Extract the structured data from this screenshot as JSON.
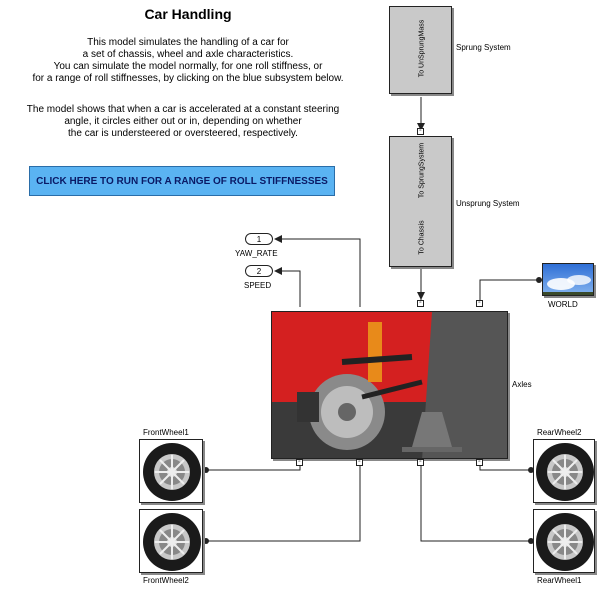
{
  "title": "Car Handling",
  "description_1": "This model simulates the handling of a car for\na set of chassis, wheel and axle characteristics.\nYou can simulate the model normally, for one roll stiffness, or\nfor a range of roll stiffnesses, by clicking on the blue subsystem below.",
  "description_2": "The model shows that when a car is accelerated at a constant steering\nangle, it circles either out or in, depending on whether\nthe car is understeered or oversteered, respectively.",
  "run_button": "CLICK HERE TO RUN FOR A RANGE OF ROLL STIFFNESSES",
  "blocks": {
    "sprung": {
      "label": "Sprung System",
      "port_text": "To UnSprungMass"
    },
    "unsprung": {
      "label": "Unsprung System",
      "port_top": "To SprungSystem",
      "port_bottom": "To Chassis"
    },
    "axles": {
      "label": "Axles"
    },
    "world": {
      "label": "WORLD"
    },
    "front_wheel_1": {
      "label": "FrontWheel1"
    },
    "front_wheel_2": {
      "label": "FrontWheel2"
    },
    "rear_wheel_1": {
      "label": "RearWheel1"
    },
    "rear_wheel_2": {
      "label": "RearWheel2"
    }
  },
  "outports": [
    {
      "number": "1",
      "label": "YAW_RATE"
    },
    {
      "number": "2",
      "label": "SPEED"
    }
  ],
  "colors": {
    "button_bg": "#5ab3f2",
    "block_gray": "#c9c9c9",
    "axle_red": "#d42020"
  }
}
